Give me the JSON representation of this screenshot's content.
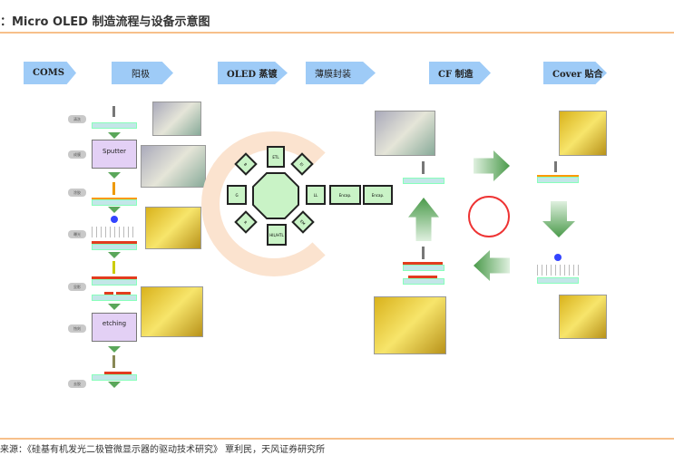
{
  "title": "：Micro OLED 制造流程与设备示意图",
  "stages": [
    "COMS",
    "阳极",
    "OLED 蒸镀",
    "薄膜封装",
    "CF 制造",
    "Cover 贴合"
  ],
  "steps": [
    "清洗",
    "成膜",
    "涂胶",
    "曝光",
    "显影",
    "蚀刻",
    "去胶"
  ],
  "boxes": {
    "sputter": "Sputter",
    "etching": "etching"
  },
  "chambers": {
    "top": "ETL",
    "top_right": "EI",
    "right": "LL",
    "bottom_right": "EM",
    "bottom": "HIL/HTL",
    "bottom_left": "R",
    "left": "G",
    "top_left": "B",
    "encap1": "Encap.",
    "encap2": "Encap."
  },
  "footer": "来源：《硅基有机发光二极管微显示器的驱动技术研究》 覃利民，天风证券研究所",
  "colors": {
    "chevron": "#9ecbf7",
    "rule": "#f7c08a",
    "chamber": "#c9f3c6",
    "arrow": "#5aa75a"
  }
}
